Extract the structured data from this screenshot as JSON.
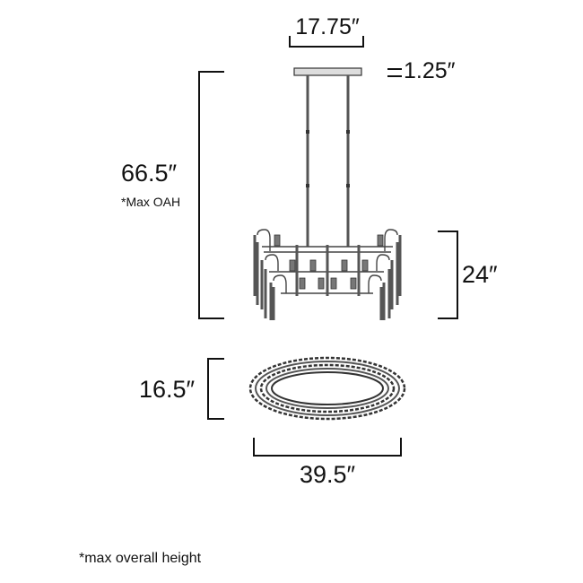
{
  "dimensions": {
    "canopy_width": "17.75″",
    "canopy_height": "1.25″",
    "overall_height": "66.5″",
    "overall_height_note": "*Max OAH",
    "fixture_height": "24″",
    "depth": "16.5″",
    "width": "39.5″"
  },
  "footnote": "*max overall height",
  "colors": {
    "line": "#111111",
    "drawing": "#444444",
    "background": "#ffffff"
  }
}
